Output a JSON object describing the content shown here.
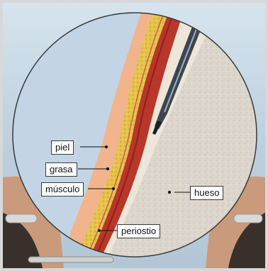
{
  "labels": {
    "skin": "piel",
    "fat": "grasa",
    "muscle": "músculo",
    "bone": "hueso",
    "periosteum": "periostio"
  },
  "colors": {
    "skin": "#f1b48c",
    "fat": "#e7c84f",
    "muscle": "#b8362a",
    "bone": "#dcd6cc",
    "periosteum": "#efe6da",
    "background": "#c6d6e3"
  }
}
